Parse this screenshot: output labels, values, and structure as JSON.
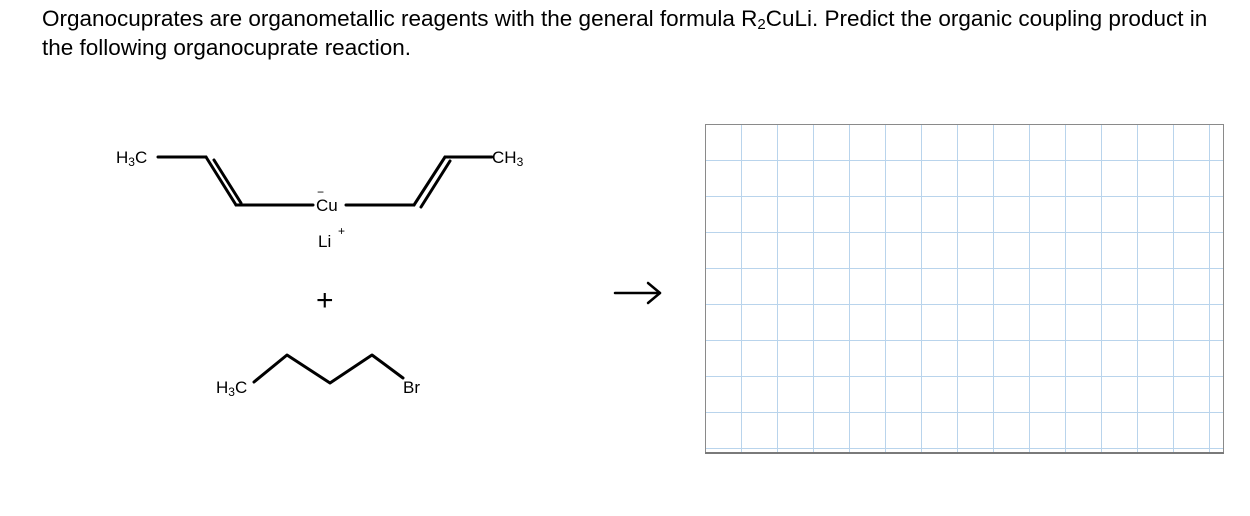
{
  "question": {
    "text_part1": "Organocuprates are organometallic reagents with the general formula R",
    "formula_sub": "2",
    "text_part2": "CuLi. Predict the organic coupling product in the following organocuprate reaction."
  },
  "reagent_cuprate": {
    "left_methyl_main": "H",
    "left_methyl_sub": "3",
    "left_methyl_end": "C",
    "copper_label": "Cu",
    "copper_charge": "−",
    "right_methyl_main": "CH",
    "right_methyl_sub": "3",
    "counterion_label": "Li",
    "counterion_charge": "+"
  },
  "plus_symbol": "+",
  "reagent_bromide": {
    "methyl_main": "H",
    "methyl_sub": "3",
    "methyl_end": "C",
    "halogen_label": "Br"
  },
  "arrow_symbol": "→",
  "answer_area": {
    "grid_color": "#b9d4ec",
    "border_color": "#8a8a8a"
  }
}
